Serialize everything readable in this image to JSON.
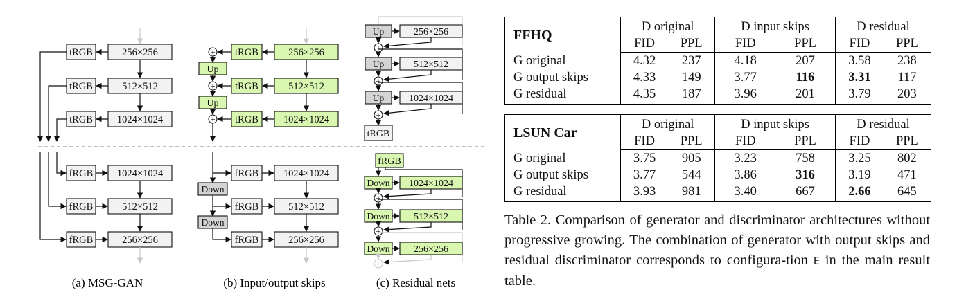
{
  "figure": {
    "panel_a": {
      "caption": "(a) MSG-GAN",
      "top_rows": [
        {
          "res": "256×256",
          "block": "tRGB"
        },
        {
          "res": "512×512",
          "block": "tRGB"
        },
        {
          "res": "1024×1024",
          "block": "tRGB"
        }
      ],
      "bottom_rows": [
        {
          "res": "1024×1024",
          "block": "fRGB"
        },
        {
          "res": "512×512",
          "block": "fRGB"
        },
        {
          "res": "256×256",
          "block": "fRGB"
        }
      ]
    },
    "panel_b": {
      "caption": "(b) Input/output skips",
      "top_rows": [
        {
          "res": "256×256",
          "block": "tRGB"
        },
        {
          "res": "512×512",
          "block": "tRGB"
        },
        {
          "res": "1024×1024",
          "block": "tRGB"
        }
      ],
      "up_label": "Up",
      "bottom_rows": [
        {
          "res": "1024×1024",
          "block": "fRGB"
        },
        {
          "res": "512×512",
          "block": "fRGB"
        },
        {
          "res": "256×256",
          "block": "fRGB"
        }
      ],
      "down_label": "Down"
    },
    "panel_c": {
      "caption": "(c) Residual nets",
      "top_rows": [
        {
          "res": "256×256",
          "op": "Up"
        },
        {
          "res": "512×512",
          "op": "Up"
        },
        {
          "res": "1024×1024",
          "op": "Up"
        }
      ],
      "trgb": "tRGB",
      "frgb": "fRGB",
      "bottom_rows": [
        {
          "res": "1024×1024",
          "op": "Down"
        },
        {
          "res": "512×512",
          "op": "Down"
        },
        {
          "res": "256×256",
          "op": "Down"
        }
      ]
    },
    "plus": "+",
    "colors": {
      "gray_box": "#f2f2f2",
      "green_box": "#d9f7b0",
      "dark_gray": "#d4d4d4",
      "faded": "#c8c8c8"
    }
  },
  "tables": [
    {
      "dataset": "FFHQ",
      "groups": [
        "D original",
        "D input skips",
        "D residual"
      ],
      "subcols": [
        "FID",
        "PPL",
        "FID",
        "PPL",
        "FID",
        "PPL"
      ],
      "rows": [
        {
          "label": "G original",
          "values": [
            "4.32",
            "237",
            "4.18",
            "207",
            "3.58",
            "238"
          ],
          "bold": []
        },
        {
          "label": "G output skips",
          "values": [
            "4.33",
            "149",
            "3.77",
            "116",
            "3.31",
            "117"
          ],
          "bold": [
            3,
            4
          ]
        },
        {
          "label": "G residual",
          "values": [
            "4.35",
            "187",
            "3.96",
            "201",
            "3.79",
            "203"
          ],
          "bold": []
        }
      ]
    },
    {
      "dataset": "LSUN Car",
      "groups": [
        "D original",
        "D input skips",
        "D residual"
      ],
      "subcols": [
        "FID",
        "PPL",
        "FID",
        "PPL",
        "FID",
        "PPL"
      ],
      "rows": [
        {
          "label": "G original",
          "values": [
            "3.75",
            "905",
            "3.23",
            "758",
            "3.25",
            "802"
          ],
          "bold": []
        },
        {
          "label": "G output skips",
          "values": [
            "3.77",
            "544",
            "3.86",
            "316",
            "3.19",
            "471"
          ],
          "bold": [
            3
          ]
        },
        {
          "label": "G residual",
          "values": [
            "3.93",
            "981",
            "3.40",
            "667",
            "2.66",
            "645"
          ],
          "bold": [
            4
          ]
        }
      ]
    }
  ],
  "caption": {
    "lead": "Table 2.",
    "body": "Comparison of generator and discriminator architectures without progressive growing. The combination of generator with output skips and residual discriminator corresponds to configura-tion",
    "config": "E",
    "tail": "in the main result table."
  }
}
